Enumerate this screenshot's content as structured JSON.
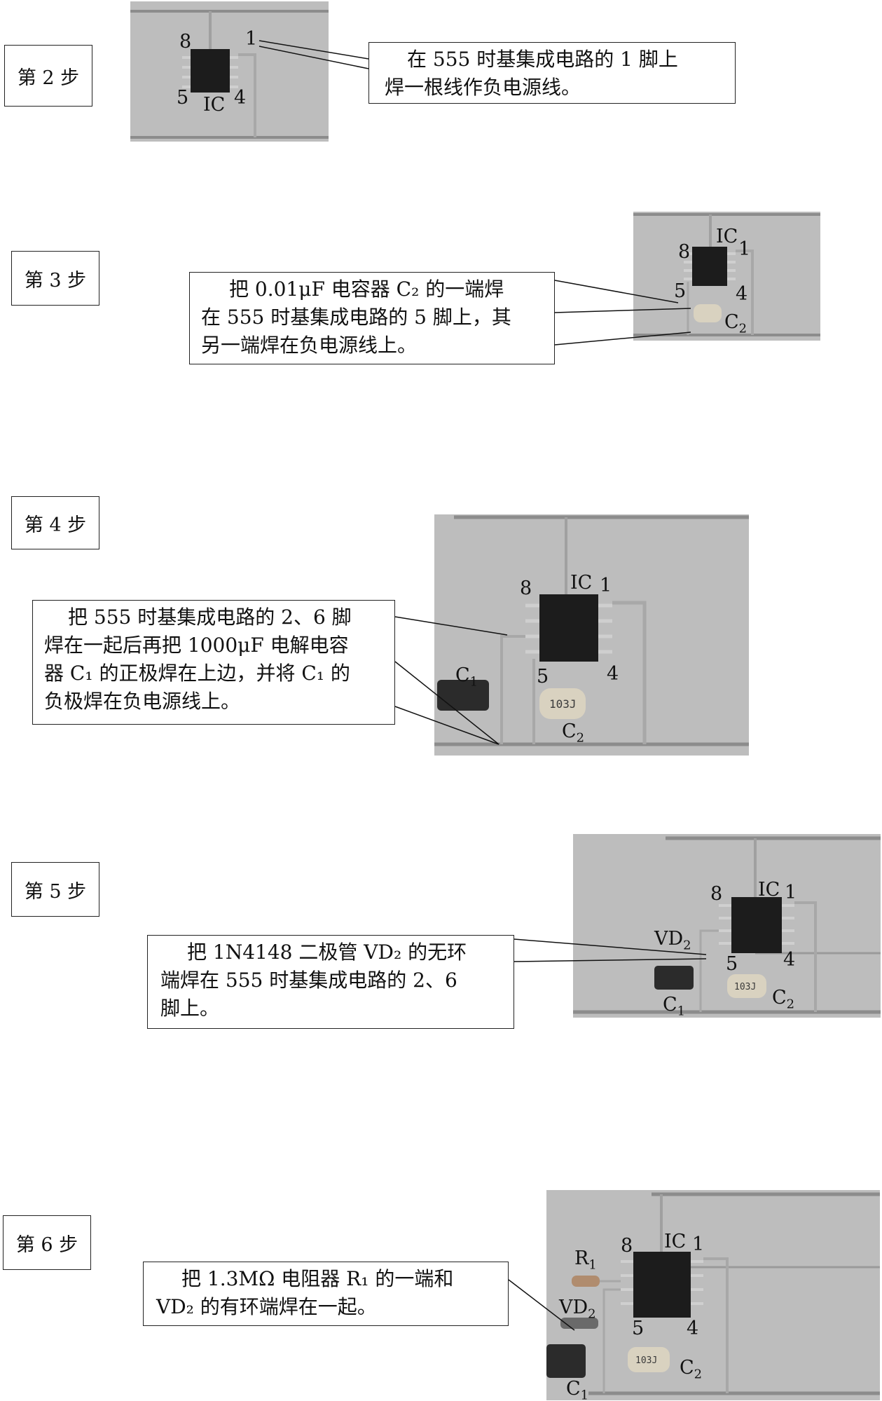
{
  "steps": [
    {
      "id": "step2",
      "step_label": "第 2 步",
      "text_lines": [
        "在 555 时基集成电路的 1 脚上",
        "焊一根线作负电源线。"
      ],
      "photo_labels": {
        "pin8": "8",
        "pin1": "1",
        "pin5": "5",
        "pin4": "4",
        "ic": "IC"
      }
    },
    {
      "id": "step3",
      "step_label": "第 3 步",
      "text_lines": [
        "把 0.01μF 电容器 C₂ 的一端焊",
        "在 555 时基集成电路的 5 脚上，其",
        "另一端焊在负电源线上。"
      ],
      "photo_labels": {
        "ic": "IC",
        "pin8": "8",
        "pin1": "1",
        "pin5": "5",
        "pin4": "4",
        "c2": "C",
        "c2_sub": "2"
      }
    },
    {
      "id": "step4",
      "step_label": "第 4 步",
      "text_lines": [
        "把 555 时基集成电路的 2、6 脚",
        "焊在一起后再把 1000μF 电解电容",
        "器 C₁ 的正极焊在上边，并将 C₁ 的",
        "负极焊在负电源线上。"
      ],
      "photo_labels": {
        "pin8": "8",
        "ic": "IC",
        "pin1": "1",
        "c1": "C",
        "c1_sub": "1",
        "pin5": "5",
        "pin4": "4",
        "c2": "C",
        "c2_sub": "2",
        "cap_marking": "103J"
      }
    },
    {
      "id": "step5",
      "step_label": "第 5 步",
      "text_lines": [
        "把 1N4148 二极管 VD₂ 的无环",
        "端焊在 555 时基集成电路的 2、6",
        "脚上。"
      ],
      "photo_labels": {
        "pin8": "8",
        "ic": "IC",
        "pin1": "1",
        "vd": "VD",
        "vd_sub": "2",
        "pin5": "5",
        "pin4": "4",
        "c1": "C",
        "c1_sub": "1",
        "c2": "C",
        "c2_sub": "2",
        "cap_marking": "103J"
      }
    },
    {
      "id": "step6",
      "step_label": "第 6 步",
      "text_lines": [
        "把 1.3MΩ 电阻器 R₁ 的一端和",
        "VD₂ 的有环端焊在一起。"
      ],
      "photo_labels": {
        "r1": "R",
        "r1_sub": "1",
        "pin8": "8",
        "ic": "IC",
        "pin1": "1",
        "vd": "VD",
        "vd_sub": "2",
        "pin5": "5",
        "pin4": "4",
        "c1": "C",
        "c1_sub": "1",
        "c2": "C",
        "c2_sub": "2",
        "cap_marking": "103J"
      }
    }
  ],
  "colors": {
    "photo_bg": "#bdbdbd",
    "wire": "#9a9a9a",
    "ic_body": "#1c1c1c",
    "cap_ceramic": "#d9d2c0",
    "cap_electrolytic": "#2b2b2b"
  }
}
